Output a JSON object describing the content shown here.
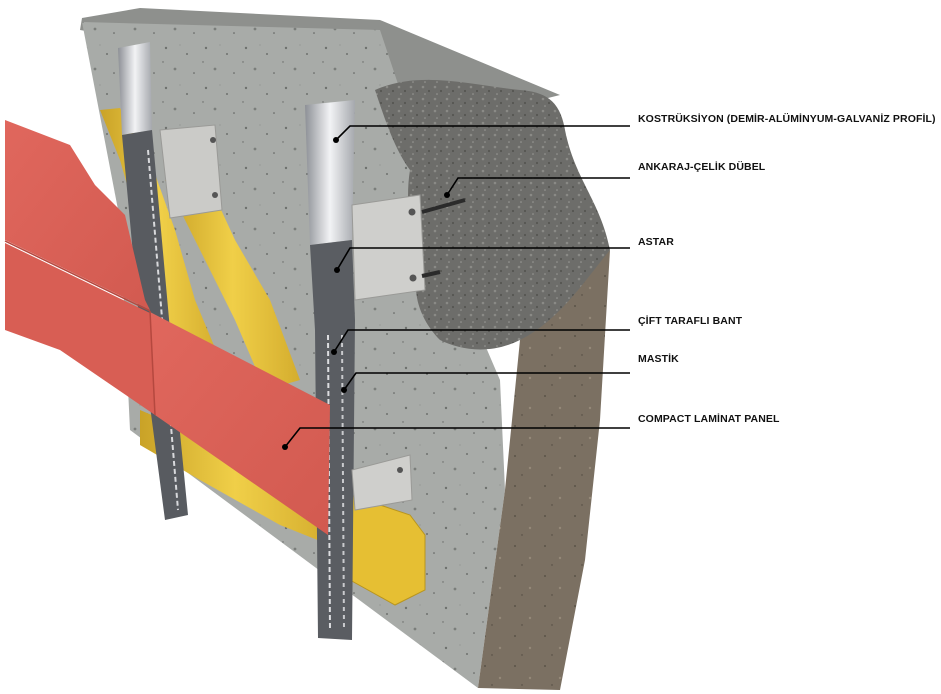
{
  "labels": [
    {
      "id": "konstruksiyon",
      "text": "KOSTRÜKSİYON (DEMİR-ALÜMİNYUM-GALVANİZ PROFİL)"
    },
    {
      "id": "ankaraj",
      "text": "ANKARAJ-ÇELİK DÜBEL"
    },
    {
      "id": "astar",
      "text": "ASTAR"
    },
    {
      "id": "bant",
      "text": "ÇİFT TARAFLI BANT"
    },
    {
      "id": "mastik",
      "text": "MASTİK"
    },
    {
      "id": "panel",
      "text": "COMPACT LAMİNAT PANEL"
    }
  ],
  "colors": {
    "concrete_front": "#a9aca9",
    "concrete_side": "#7a6f60",
    "concrete_broken": "#6b6b68",
    "insulation": "#e7c33a",
    "panel": "#db5f55",
    "profile": "#5c5f63",
    "profile_light": "#e8e9ec",
    "bracket": "#c9c9c6",
    "callout": "#000000"
  }
}
